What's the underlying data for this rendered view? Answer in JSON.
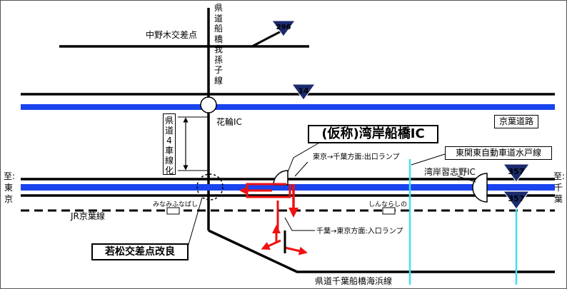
{
  "labels": {
    "prefectural_road_top": "県道船橋我孫子線",
    "nakanoki_intersection": "中野木交差点",
    "route_296": "296",
    "route_14": "14",
    "route_357": "357",
    "hanawa_ic": "花輪IC",
    "keiyo_road": "京葉道路",
    "prefectural_4lane": "県道4車線化",
    "provisional_ic": "(仮称)湾岸船橋IC",
    "exit_ramp": "東京→千葉方面:出口ランプ",
    "higashikanto_expressway": "東関東自動車道水戸線",
    "wangan_narashino_ic": "湾岸習志野IC",
    "to_tokyo": "至:東京",
    "to_chiba": "至:千葉",
    "minami_funabashi": "みなみふなばし",
    "shin_narashino": "しんならしの",
    "jr_keiyo_line": "JR京葉線",
    "entrance_ramp": "千葉→東京方面:入口ランプ",
    "wakamatsu_improvement": "若松交差点改良",
    "prefectural_road_bottom": "県道千葉船橋海浜線"
  },
  "colors": {
    "expressway_blue": "#1a44ee",
    "ramp_red": "#ee1111",
    "link_cyan": "#40e0f0",
    "route_shield_navy": "#1c2b6e",
    "road_black": "#000000"
  },
  "icons": {
    "route_shield": "inverted-triangle-shield",
    "interchange": "circle-marker",
    "ramp_arrow": "red-arrow"
  }
}
